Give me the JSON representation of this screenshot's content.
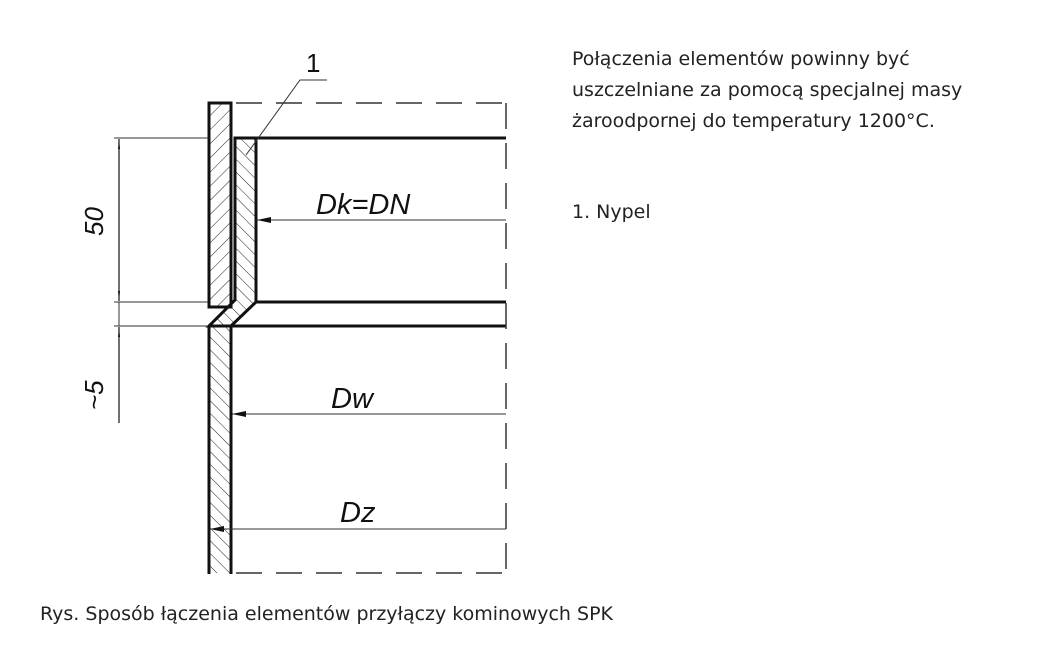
{
  "drawing": {
    "labels": {
      "callout": "1",
      "dk": "Dk=DN",
      "dw": "Dw",
      "dz": "Dz",
      "dim_50": "50",
      "dim_5": "~5"
    }
  },
  "note": {
    "lines": [
      "Połączenia elementów powinny być",
      "uszczelniane za pomocą specjalnej masy",
      "żaroodpornej do temperatury 1200°C."
    ]
  },
  "legend": {
    "item_1": "1. Nypel"
  },
  "caption": "Rys. Sposób łączenia elementów przyłączy kominowych SPK"
}
